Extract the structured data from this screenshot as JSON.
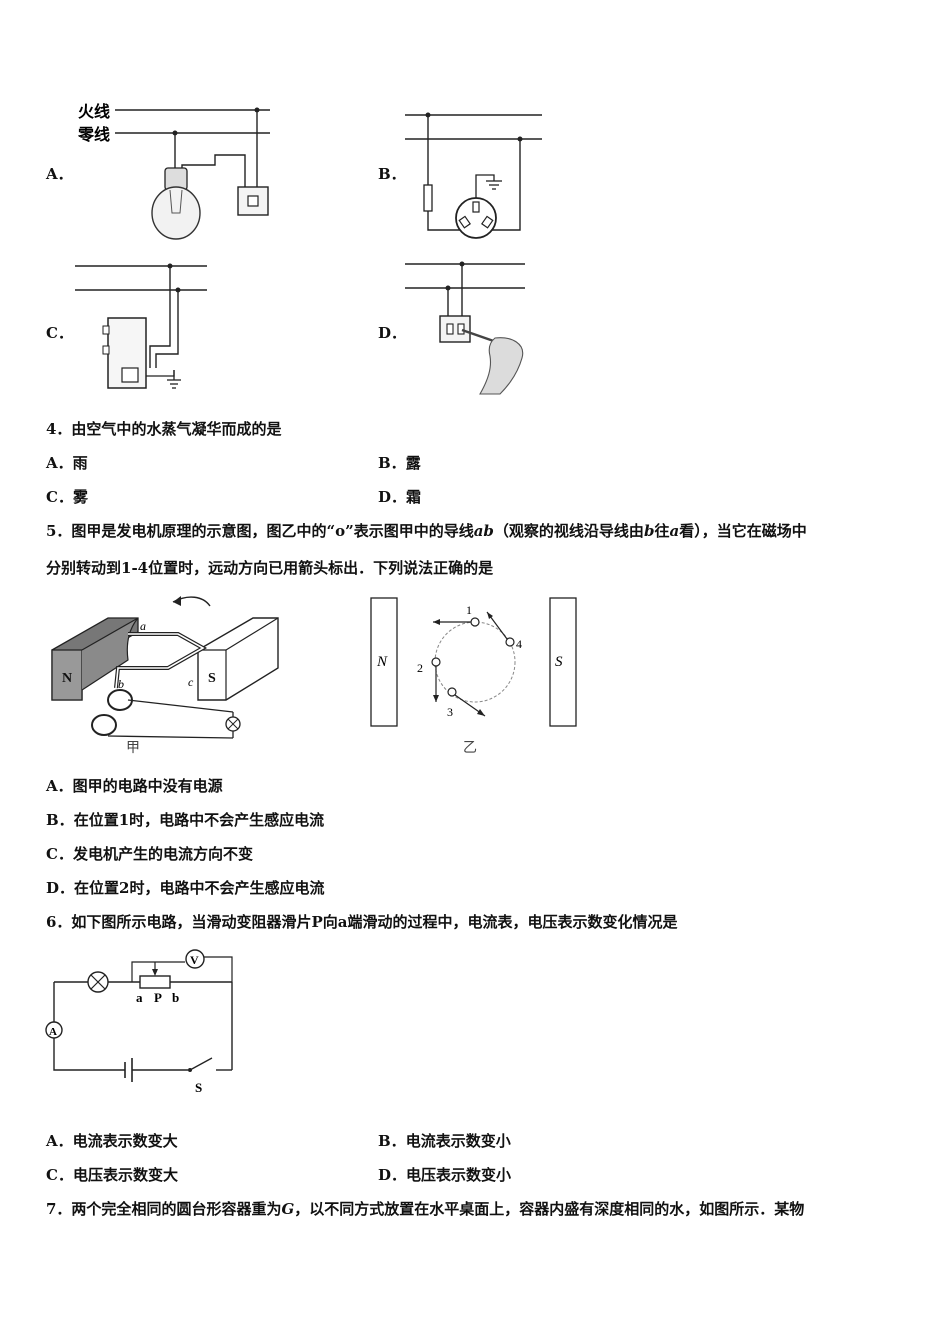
{
  "q3_options": {
    "a": {
      "label": "A．",
      "live_wire": "火线",
      "neutral_wire": "零线"
    },
    "b": {
      "label": "B．"
    },
    "c": {
      "label": "C．"
    },
    "d": {
      "label": "D．"
    }
  },
  "q4": {
    "stem": "4．由空气中的水蒸气凝华而成的是",
    "options": [
      {
        "label": "A．",
        "text": "雨"
      },
      {
        "label": "B．",
        "text": "露"
      },
      {
        "label": "C．",
        "text": "雾"
      },
      {
        "label": "D．",
        "text": "霜"
      }
    ]
  },
  "q5": {
    "stem_line1_a": "5．图甲是发电机原理的示意图，图乙中的“o”表示图甲中的导线",
    "stem_ab": "ab",
    "stem_line1_b": "（观察的视线沿导线由",
    "stem_b": "b",
    "stem_line1_c": "往",
    "stem_a": "a",
    "stem_line1_d": "看），当它在磁场中",
    "stem_line2": "分别转动到1-4位置时，远动方向已用箭头标出．下列说法正确的是",
    "fig_jia": {
      "n": "N",
      "s": "S",
      "a": "a",
      "b": "b",
      "c": "c",
      "caption": "甲"
    },
    "fig_yi": {
      "n": "N",
      "s": "S",
      "p1": "1",
      "p2": "2",
      "p3": "3",
      "p4": "4",
      "caption": "乙"
    },
    "options": [
      {
        "label": "A．",
        "text": "图甲的电路中没有电源"
      },
      {
        "label": "B．",
        "text": "在位置1时，电路中不会产生感应电流"
      },
      {
        "label": "C．",
        "text": "发电机产生的电流方向不变"
      },
      {
        "label": "D．",
        "text": "在位置2时，电路中不会产生感应电流"
      }
    ]
  },
  "q6": {
    "stem": "6．如下图所示电路，当滑动变阻器滑片P向a端滑动的过程中，电流表，电压表示数变化情况是",
    "circuit": {
      "v": "V",
      "a_meter": "A",
      "a": "a",
      "p": "P",
      "b": "b",
      "s": "S"
    },
    "options": [
      {
        "label": "A．",
        "text": "电流表示数变大"
      },
      {
        "label": "B．",
        "text": "电流表示数变小"
      },
      {
        "label": "C．",
        "text": "电压表示数变大"
      },
      {
        "label": "D．",
        "text": "电压表示数变小"
      }
    ]
  },
  "q7": {
    "stem_a": "7．两个完全相同的圆台形容器重为",
    "stem_g": "G",
    "stem_b": "，以不同方式放置在水平桌面上，容器内盛有深度相同的水，如图所示．某物"
  }
}
